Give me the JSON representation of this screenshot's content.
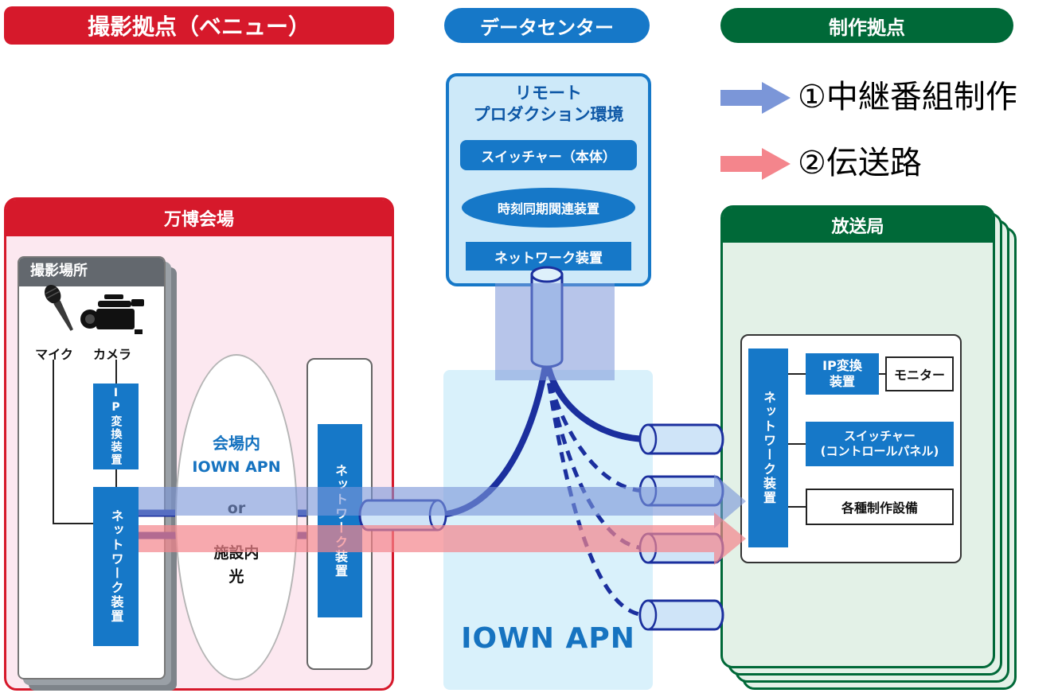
{
  "banners": {
    "venue": "撮影拠点（ベニュー）",
    "datacenter": "データセンター",
    "production": "制作拠点"
  },
  "legend": {
    "item1": "①中継番組制作",
    "item2": "②伝送路"
  },
  "datacenter": {
    "title_line1": "リモート",
    "title_line2": "プロダクション環境",
    "switcher": "スイッチャー（本体）",
    "time_sync": "時刻同期関連装置",
    "network": "ネットワーク装置"
  },
  "venue": {
    "title": "万博会場",
    "shooting_area": {
      "title": "撮影場所",
      "mic": "マイク",
      "camera": "カメラ",
      "ip_converter": "IP変換装置",
      "network": "ネットワーク装置"
    },
    "oval": {
      "line1": "会場内",
      "line2": "IOWN APN",
      "line3": "or",
      "line4": "施設内",
      "line5": "光"
    },
    "edge_network": "ネットワーク装置"
  },
  "iown_apn": {
    "label": "IOWN APN"
  },
  "broadcast": {
    "title": "放送局",
    "network": "ネットワーク装置",
    "ip_converter_line1": "IP変換",
    "ip_converter_line2": "装置",
    "monitor": "モニター",
    "switcher_line1": "スイッチャー",
    "switcher_line2": "(コントロールパネル)",
    "equipment": "各種制作設備"
  },
  "colors": {
    "red": "#d6192b",
    "blue": "#1678c8",
    "dark_green": "#006938",
    "navy": "#1b2f9e",
    "arrow_blue": "#7b96d8",
    "arrow_pink": "#f4858c",
    "pink_bg": "#fce8f0",
    "datacenter_bg": "#cde9f9",
    "apn_bg": "#d9f1fb",
    "green_bg": "#e3f1e7"
  }
}
